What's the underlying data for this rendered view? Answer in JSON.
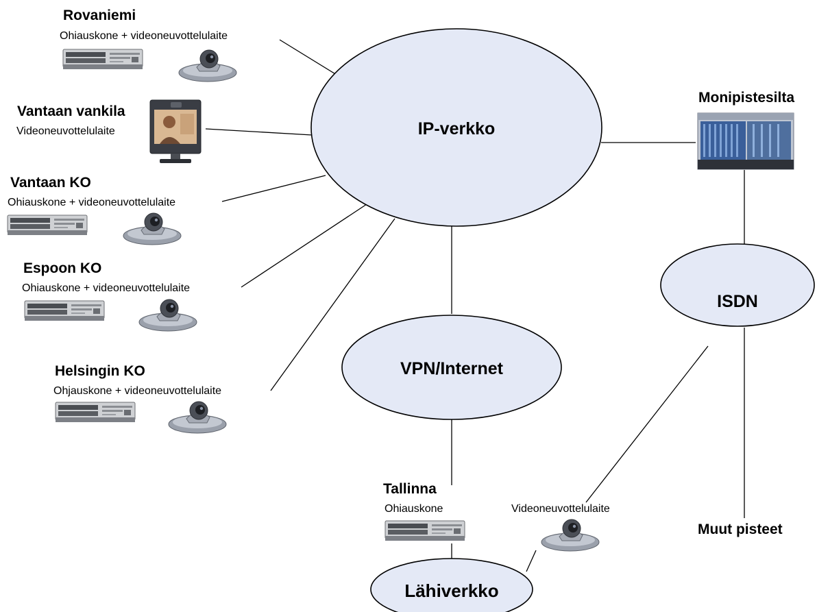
{
  "networks": {
    "ip": "IP-verkko",
    "vpn": "VPN/Internet",
    "isdn": "ISDN",
    "lan": "Lähiverkko"
  },
  "sites": {
    "rovaniemi": {
      "title": "Rovaniemi",
      "sub": "Ohiauskone + videoneuvottelulaite"
    },
    "vantaan_vankila": {
      "title": "Vantaan vankila",
      "sub": "Videoneuvottelulaite"
    },
    "vantaan_ko": {
      "title": "Vantaan KO",
      "sub": "Ohiauskone + videoneuvottelulaite"
    },
    "espoon_ko": {
      "title": "Espoon KO",
      "sub": "Ohiauskone + videoneuvottelulaite"
    },
    "helsingin_ko": {
      "title": "Helsingin KO",
      "sub": "Ohjauskone + videoneuvottelulaite"
    },
    "monipistesilta": {
      "title": "Monipistesilta"
    },
    "tallinna": {
      "title": "Tallinna",
      "sub": "Ohiauskone"
    },
    "tallinna_video": {
      "sub": "Videoneuvottelulaite"
    },
    "muut": {
      "title": "Muut pisteet"
    }
  },
  "colors": {
    "cloud_fill": "#e4e9f6",
    "line": "#000000"
  }
}
